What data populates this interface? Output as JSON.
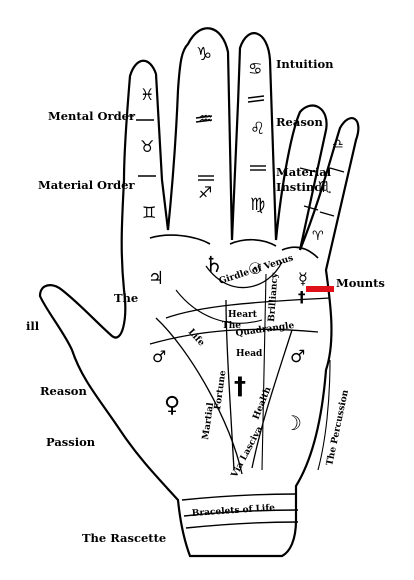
{
  "labels": {
    "intuition": "Intuition",
    "reason_top": "Reason",
    "mental_order": "Mental Order",
    "material_instinct_1": "Material",
    "material_instinct_2": "Instinct",
    "material_order": "Material Order",
    "mounts": "Mounts",
    "the": "The",
    "ill": "ill",
    "reason_left": "Reason",
    "passion": "Passion",
    "rascette": "The Rascette"
  },
  "palm_lines": {
    "girdle_of_venus": "Girdle of Venus",
    "heart": "Heart",
    "the_quadrangle_1": "The",
    "the_quadrangle_2": "Quadrangle",
    "head": "Head",
    "life": "Life",
    "fortune": "Fortune",
    "health": "Health",
    "martial": "Martial",
    "via_lasciva": "Via Lasciva",
    "brilliancy": "Brilliancy",
    "percussion": "The Percussion",
    "bracelets": "Bracelets of Life"
  },
  "symbols": {
    "pisces": "♓",
    "taurus": "♉",
    "gemini": "♊",
    "capricorn": "♑",
    "aquarius": "♒",
    "sagittarius": "♐",
    "cancer": "♋",
    "leo": "♌",
    "virgo": "♍",
    "scorpio": "♏",
    "libra": "♎",
    "aries": "♈",
    "jupiter": "♃",
    "saturn": "♄",
    "sun": "☉",
    "mercury": "☿",
    "mars": "♂",
    "venus": "♀",
    "moon": "☽",
    "mars_plain": "♂",
    "cross": "†"
  },
  "colors": {
    "ink": "#000000",
    "marker": "#e0101a"
  }
}
